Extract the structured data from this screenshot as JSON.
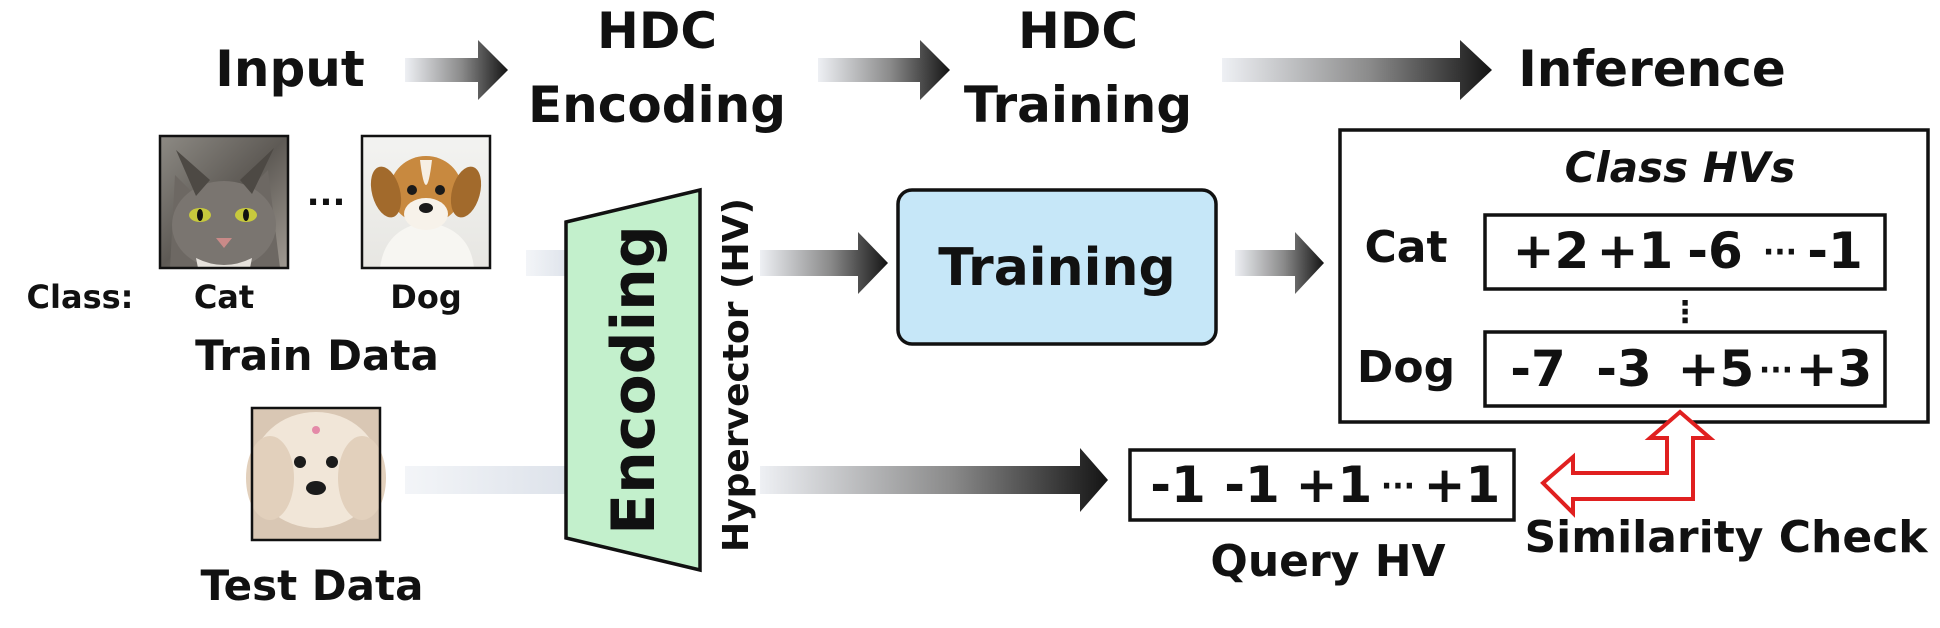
{
  "stages": {
    "input": "Input",
    "encoding_line1": "HDC",
    "encoding_line2": "Encoding",
    "training_line1": "HDC",
    "training_line2": "Training",
    "inference": "Inference"
  },
  "train": {
    "class_prefix": "Class:",
    "cat_label": "Cat",
    "dog_label": "Dog",
    "ellipsis": "...",
    "caption": "Train Data"
  },
  "test": {
    "caption": "Test Data"
  },
  "encoder": {
    "label": "Encoding",
    "output_label": "Hypervector (HV)",
    "fill_color": "#c3f0cc"
  },
  "training_box": {
    "label": "Training",
    "fill_color": "#c6e7f8"
  },
  "class_hvs": {
    "title": "Class HVs",
    "vdots": "⋮",
    "rows": [
      {
        "name": "Cat",
        "values": [
          "+2",
          "+1",
          "-6",
          "···",
          "-1"
        ]
      },
      {
        "name": "Dog",
        "values": [
          "-7",
          "-3",
          "+5",
          "···",
          "+3"
        ]
      }
    ]
  },
  "query_hv": {
    "values": [
      "-1",
      "-1",
      "+1",
      "···",
      "+1"
    ],
    "caption": "Query HV"
  },
  "similarity": {
    "label": "Similarity Check",
    "color": "#e02020"
  },
  "icons": {
    "cat_photo": "cat-photo-icon",
    "puppy_photo": "puppy-photo-icon",
    "test_dog_photo": "fluffy-dog-photo-icon"
  }
}
